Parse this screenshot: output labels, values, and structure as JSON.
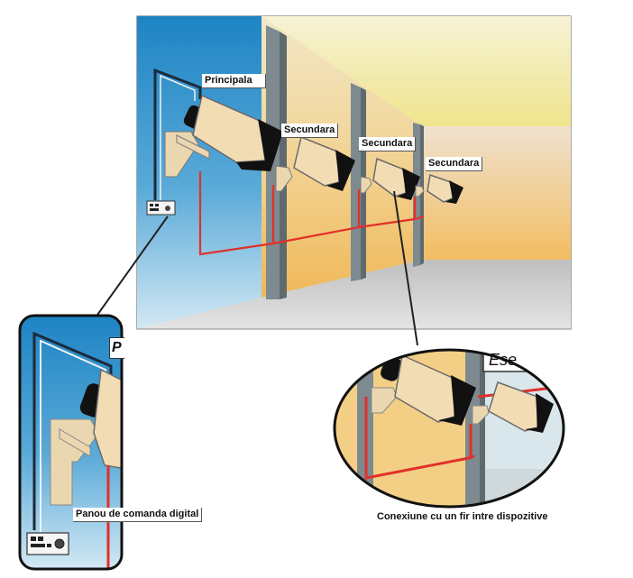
{
  "labels": {
    "main_camera": "Principala",
    "secondary_camera": "Secundara",
    "digital_panel": "Panou de comanda digital",
    "single_wire": "Conexiune cu un fir intre dispozitive",
    "zoom_fragment_left": "P",
    "zoom_fragment_right": "Ese"
  },
  "colors": {
    "wall_blue_top": "#1e84c4",
    "wall_blue_bottom": "#cfe6f3",
    "wall_orange": "#f0c070",
    "wall_yellow": "#f2ec9a",
    "floor": "#c9c9c9",
    "pillar": "#7d8a8f",
    "camera_body": "#f2dcb4",
    "camera_hood": "#111111",
    "bracket": "#ead7b0",
    "wire_red": "#e0312a",
    "cable_dark": "#1c2a3a"
  }
}
